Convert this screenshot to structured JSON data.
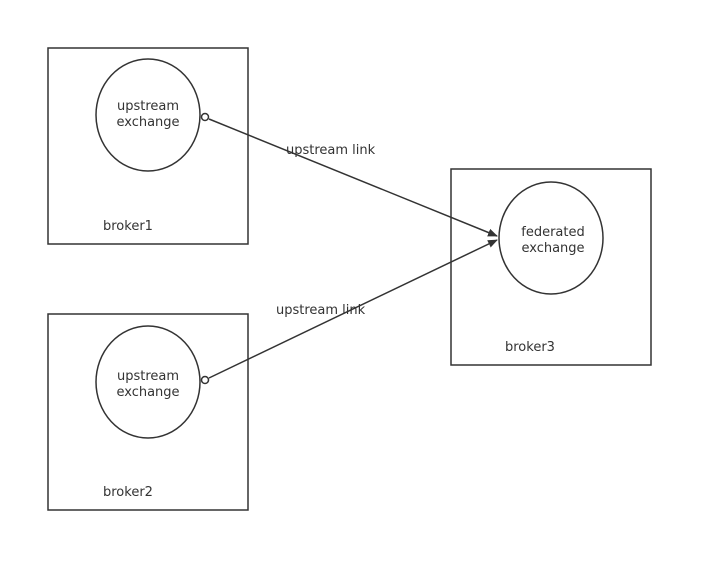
{
  "colors": {
    "stroke": "#333333",
    "background": "#ffffff"
  },
  "brokers": [
    {
      "id": "broker1",
      "label": "broker1",
      "node_label": [
        "upstream",
        "exchange"
      ]
    },
    {
      "id": "broker2",
      "label": "broker2",
      "node_label": [
        "upstream",
        "exchange"
      ]
    },
    {
      "id": "broker3",
      "label": "broker3",
      "node_label": [
        "federated",
        "exchange"
      ]
    }
  ],
  "links": [
    {
      "label": "upstream link",
      "from": "broker1",
      "to": "broker3"
    },
    {
      "label": "upstream link",
      "from": "broker2",
      "to": "broker3"
    }
  ]
}
